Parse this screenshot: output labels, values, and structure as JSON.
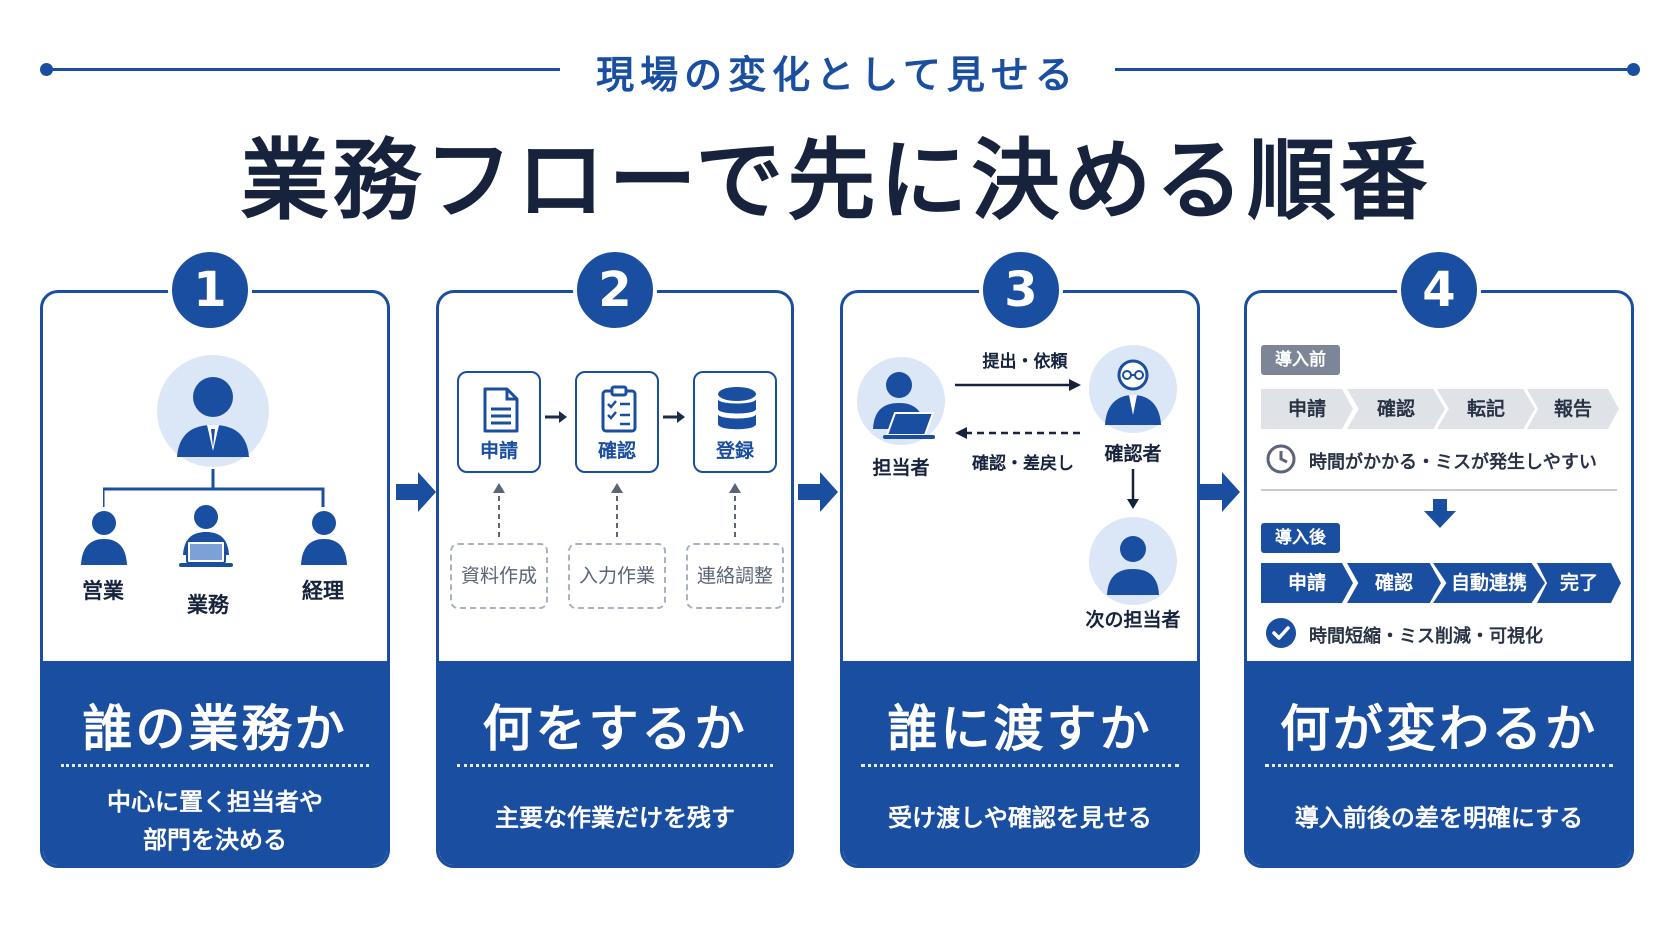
{
  "header": {
    "subtitle": "現場の変化として見せる",
    "title": "業務フローで先に決める順番"
  },
  "colors": {
    "primary": "#1a4ea0",
    "dark": "#17233d",
    "grey": "#7c8696"
  },
  "cards": [
    {
      "number": "1",
      "title": "誰の業務か",
      "desc_line1": "中心に置く担当者や",
      "desc_line2": "部門を決める",
      "people": {
        "center": "person-icon",
        "left": "営業",
        "middle": "業務",
        "right": "経理"
      }
    },
    {
      "number": "2",
      "title": "何をするか",
      "desc": "主要な作業だけを残す",
      "steps": [
        {
          "label": "申請",
          "icon": "document-icon"
        },
        {
          "label": "確認",
          "icon": "checklist-icon"
        },
        {
          "label": "登録",
          "icon": "database-icon"
        }
      ],
      "tasks": [
        "資料作成",
        "入力作業",
        "連絡調整"
      ]
    },
    {
      "number": "3",
      "title": "誰に渡すか",
      "desc": "受け渡しや確認を見せる",
      "from": "担当者",
      "to": "確認者",
      "next": "次の担当者",
      "forward": "提出・依頼",
      "back": "確認・差戻し"
    },
    {
      "number": "4",
      "title": "何が変わるか",
      "desc": "導入前後の差を明確にする",
      "before_tag": "導入前",
      "before_steps": [
        "申請",
        "確認",
        "転記",
        "報告"
      ],
      "before_note": "時間がかかる・ミスが発生しやすい",
      "after_tag": "導入後",
      "after_steps": [
        "申請",
        "確認",
        "自動連携",
        "完了"
      ],
      "after_note": "時間短縮・ミス削減・可視化"
    }
  ]
}
